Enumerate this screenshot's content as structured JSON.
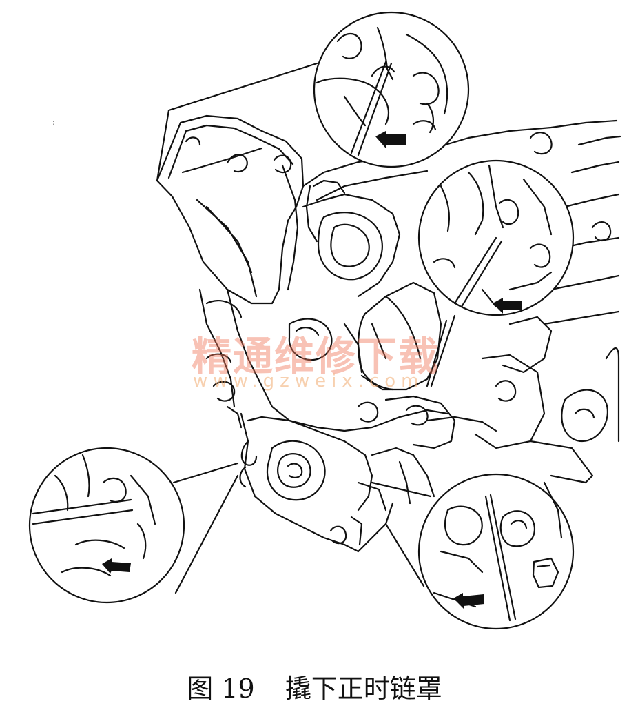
{
  "caption": {
    "figure_label": "图 19",
    "title": "撬下正时链罩"
  },
  "watermark": {
    "text_cn": "精通维修下载",
    "text_url": "www.gzweix.com"
  },
  "stray_mark": ":",
  "colors": {
    "line": "#111111",
    "background": "#ffffff",
    "watermark_cn": "#f0785a",
    "watermark_url": "#f0aa6e"
  },
  "icons": [
    "arrow-icon",
    "arrow-icon",
    "arrow-icon",
    "arrow-icon"
  ]
}
